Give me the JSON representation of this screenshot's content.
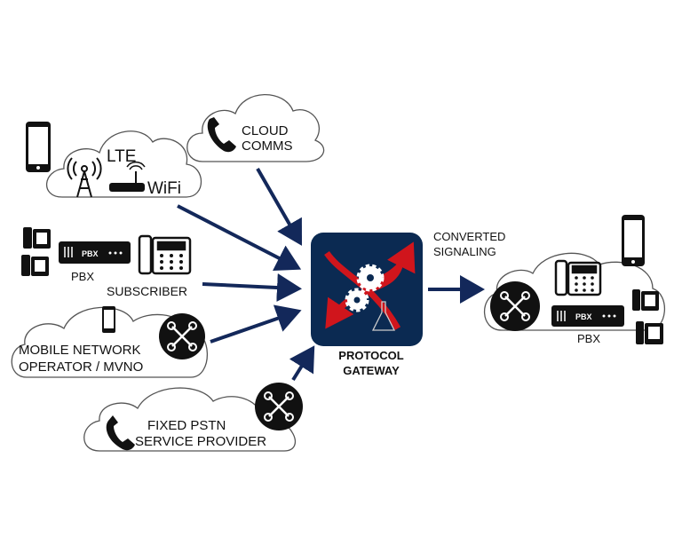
{
  "clouds": {
    "lte_wifi": {
      "lte": "LTE",
      "wifi": "WiFi"
    },
    "cloud_comms": {
      "line1": "CLOUD",
      "line2": "COMMS"
    },
    "mobile": {
      "line1": "MOBILE NETWORK",
      "line2": "OPERATOR / MVNO"
    },
    "pstn": {
      "line1": "FIXED PSTN",
      "line2": "SERVICE PROVIDER"
    },
    "destination": {
      "pbx_label": "PBX"
    }
  },
  "subscriber": {
    "pbx_label": "PBX",
    "pbx_box_text": "PBX",
    "label": "SUBSCRIBER"
  },
  "gateway": {
    "line1": "PROTOCOL",
    "line2": "GATEWAY"
  },
  "output": {
    "line1": "CONVERTED",
    "line2": "SIGNALING"
  },
  "colors": {
    "arrow": "#13285a",
    "gateway_bg": "#0b2a52",
    "gateway_arrows": "#d0151c"
  }
}
